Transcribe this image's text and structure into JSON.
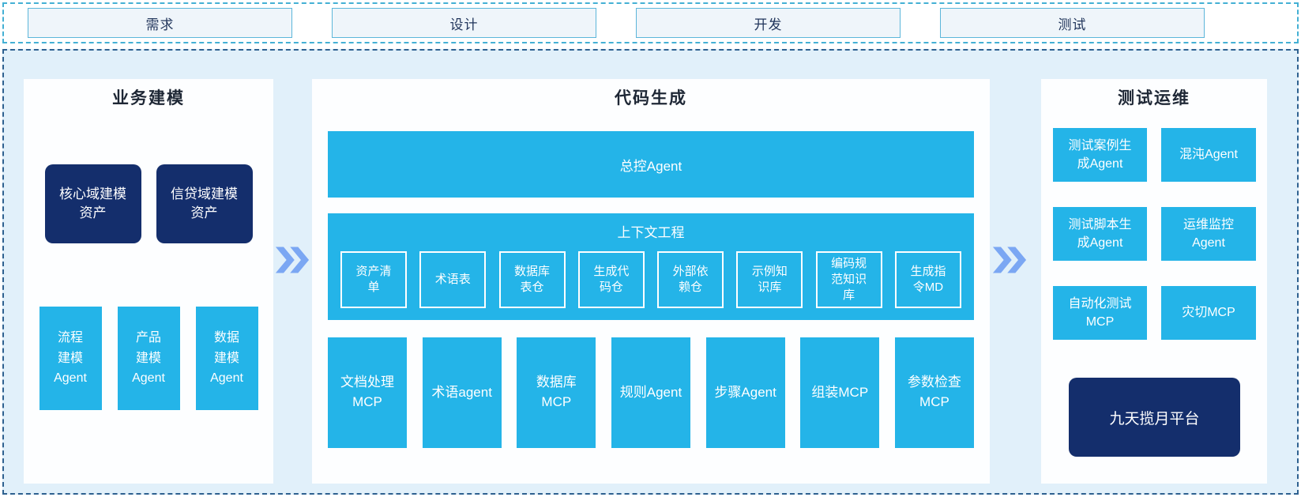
{
  "phase_strip": {
    "items": [
      {
        "label": "需求"
      },
      {
        "label": "设计"
      },
      {
        "label": "开发"
      },
      {
        "label": "测试"
      }
    ]
  },
  "panels": {
    "business_modeling": {
      "title": "业务建模",
      "asset_boxes": [
        {
          "label": "核心域建模\n资产"
        },
        {
          "label": "信贷域建模\n资产"
        }
      ],
      "agent_boxes": [
        {
          "label": "流程\n建模\nAgent"
        },
        {
          "label": "产品\n建模\nAgent"
        },
        {
          "label": "数据\n建模\nAgent"
        }
      ]
    },
    "code_generation": {
      "title": "代码生成",
      "master_agent_label": "总控Agent",
      "context_engineering": {
        "title": "上下文工程",
        "items": [
          {
            "label": "资产清\n单"
          },
          {
            "label": "术语表"
          },
          {
            "label": "数据库\n表仓"
          },
          {
            "label": "生成代\n码仓"
          },
          {
            "label": "外部依\n赖仓"
          },
          {
            "label": "示例知\n识库"
          },
          {
            "label": "编码规\n范知识\n库"
          },
          {
            "label": "生成指\n令MD"
          }
        ]
      },
      "tool_boxes": [
        {
          "label": "文档处理\nMCP"
        },
        {
          "label": "术语agent"
        },
        {
          "label": "数据库\nMCP"
        },
        {
          "label": "规则Agent"
        },
        {
          "label": "步骤Agent"
        },
        {
          "label": "组装MCP"
        },
        {
          "label": "参数检查\nMCP"
        }
      ]
    },
    "test_ops": {
      "title": "测试运维",
      "boxes": [
        {
          "label": "测试案例生\n成Agent"
        },
        {
          "label": "混沌Agent"
        },
        {
          "label": "测试脚本生\n成Agent"
        },
        {
          "label": "运维监控\nAgent"
        },
        {
          "label": "自动化测试\nMCP"
        },
        {
          "label": "灾切MCP"
        }
      ],
      "platform_label": "九天揽月平台"
    }
  },
  "icons": {
    "flow_arrow": "double-chevron-right-icon"
  },
  "colors": {
    "cyan_box": "#24b4e8",
    "navy_box": "#142e6c",
    "arrow_blue": "#7ba7f3",
    "strip_border": "#44b0d4",
    "board_border": "#2e6190",
    "board_bg": "#e1f0fa",
    "phase_box_bg": "#eff5fa",
    "phase_box_border": "#5cb6da"
  }
}
